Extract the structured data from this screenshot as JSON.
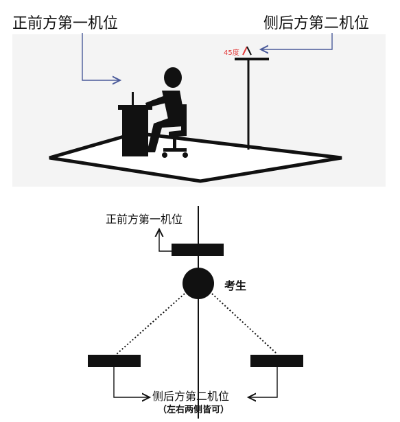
{
  "top": {
    "front_camera_label": "正前方第一机位",
    "rear_camera_label": "侧后方第二机位",
    "angle_label": "45度"
  },
  "bottom": {
    "front_camera_label": "正前方第一机位",
    "examinee_label": "考生",
    "rear_camera_label": "侧后方第二机位",
    "rear_camera_note": "（左右两侧皆可）"
  },
  "colors": {
    "line": "#111111",
    "arrow_blue": "#4a5a9a",
    "angle_red": "#e23b3b",
    "floor_bg": "#f2f2f2"
  }
}
